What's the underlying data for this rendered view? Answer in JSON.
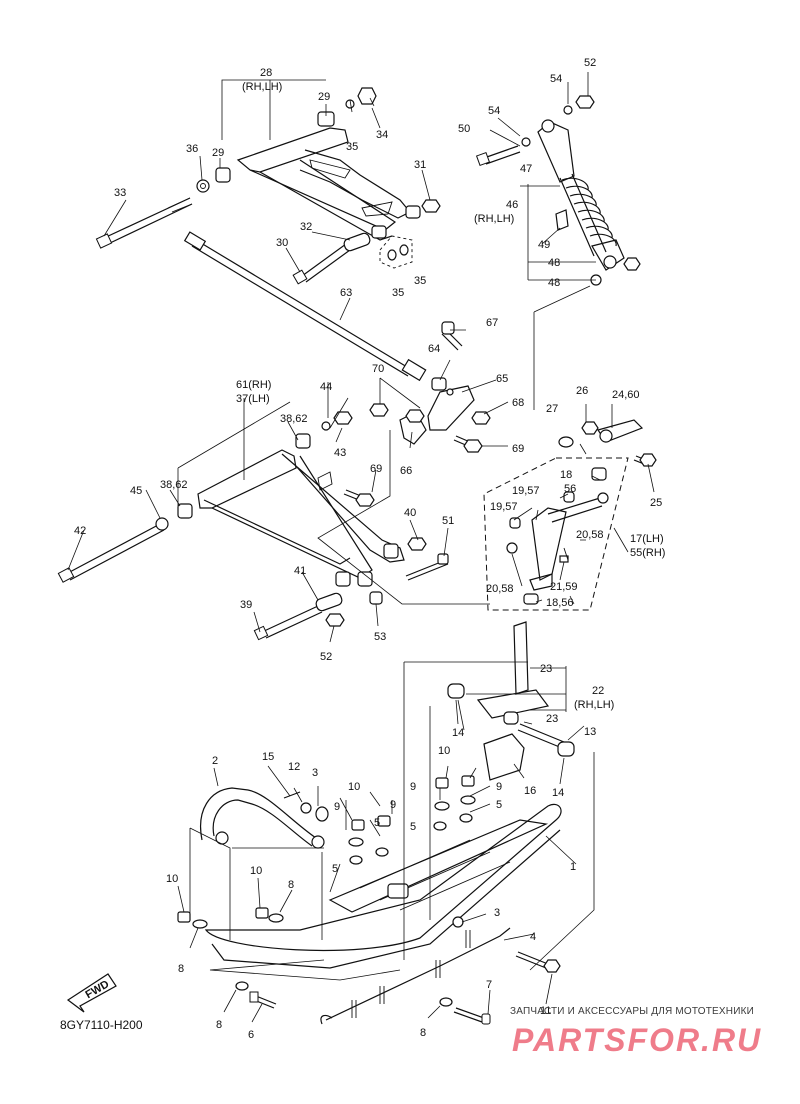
{
  "diagram_code": "8GY7110-H200",
  "watermark": {
    "tagline": "ЗАПЧАСТИ И АКСЕССУАРЫ ДЛЯ МОТОТЕХНИКИ",
    "logo_text": "PARTSFOR.RU"
  },
  "fwd_label": "FWD",
  "callouts": [
    {
      "id": "c1",
      "text": "1"
    },
    {
      "id": "c2",
      "text": "2"
    },
    {
      "id": "c3a",
      "text": "3"
    },
    {
      "id": "c3b",
      "text": "3"
    },
    {
      "id": "c4",
      "text": "4"
    },
    {
      "id": "c5a",
      "text": "5"
    },
    {
      "id": "c5b",
      "text": "5"
    },
    {
      "id": "c5c",
      "text": "5"
    },
    {
      "id": "c5d",
      "text": "5"
    },
    {
      "id": "c6",
      "text": "6"
    },
    {
      "id": "c7",
      "text": "7"
    },
    {
      "id": "c8a",
      "text": "8"
    },
    {
      "id": "c8b",
      "text": "8"
    },
    {
      "id": "c8c",
      "text": "8"
    },
    {
      "id": "c8d",
      "text": "8"
    },
    {
      "id": "c9a",
      "text": "9"
    },
    {
      "id": "c9b",
      "text": "9"
    },
    {
      "id": "c9c",
      "text": "9"
    },
    {
      "id": "c9d",
      "text": "9"
    },
    {
      "id": "c10a",
      "text": "10"
    },
    {
      "id": "c10b",
      "text": "10"
    },
    {
      "id": "c10c",
      "text": "10"
    },
    {
      "id": "c10d",
      "text": "10"
    },
    {
      "id": "c11",
      "text": "11"
    },
    {
      "id": "c12",
      "text": "12"
    },
    {
      "id": "c13",
      "text": "13"
    },
    {
      "id": "c14a",
      "text": "14"
    },
    {
      "id": "c14b",
      "text": "14"
    },
    {
      "id": "c15",
      "text": "15"
    },
    {
      "id": "c16",
      "text": "16"
    },
    {
      "id": "c17",
      "text": "17(LH)"
    },
    {
      "id": "c55",
      "text": "55(RH)"
    },
    {
      "id": "c1856a",
      "text": "18,56"
    },
    {
      "id": "c18",
      "text": "18"
    },
    {
      "id": "c1957a",
      "text": "19,57"
    },
    {
      "id": "c1957b",
      "text": "19,57"
    },
    {
      "id": "c2058a",
      "text": "20,58"
    },
    {
      "id": "c2058b",
      "text": "20,58"
    },
    {
      "id": "c2159",
      "text": "21,59"
    },
    {
      "id": "c22",
      "text": "22"
    },
    {
      "id": "c22b",
      "text": "(RH,LH)"
    },
    {
      "id": "c23a",
      "text": "23"
    },
    {
      "id": "c23b",
      "text": "23"
    },
    {
      "id": "c2460",
      "text": "24,60"
    },
    {
      "id": "c25",
      "text": "25"
    },
    {
      "id": "c26",
      "text": "26"
    },
    {
      "id": "c27",
      "text": "27"
    },
    {
      "id": "c28",
      "text": "28"
    },
    {
      "id": "c28b",
      "text": "(RH,LH)"
    },
    {
      "id": "c29a",
      "text": "29"
    },
    {
      "id": "c29b",
      "text": "29"
    },
    {
      "id": "c30",
      "text": "30"
    },
    {
      "id": "c31",
      "text": "31"
    },
    {
      "id": "c32",
      "text": "32"
    },
    {
      "id": "c33",
      "text": "33"
    },
    {
      "id": "c34",
      "text": "34"
    },
    {
      "id": "c35a",
      "text": "35"
    },
    {
      "id": "c35b",
      "text": "35"
    },
    {
      "id": "c35c",
      "text": "35"
    },
    {
      "id": "c36",
      "text": "36"
    },
    {
      "id": "c3862a",
      "text": "38,62"
    },
    {
      "id": "c3862b",
      "text": "38,62"
    },
    {
      "id": "c39",
      "text": "39"
    },
    {
      "id": "c40",
      "text": "40"
    },
    {
      "id": "c41",
      "text": "41"
    },
    {
      "id": "c42",
      "text": "42"
    },
    {
      "id": "c43",
      "text": "43"
    },
    {
      "id": "c44",
      "text": "44"
    },
    {
      "id": "c45",
      "text": "45"
    },
    {
      "id": "c46",
      "text": "46"
    },
    {
      "id": "c46b",
      "text": "(RH,LH)"
    },
    {
      "id": "c47",
      "text": "47"
    },
    {
      "id": "c48a",
      "text": "48"
    },
    {
      "id": "c48b",
      "text": "48"
    },
    {
      "id": "c49",
      "text": "49"
    },
    {
      "id": "c50",
      "text": "50"
    },
    {
      "id": "c51",
      "text": "51"
    },
    {
      "id": "c52a",
      "text": "52"
    },
    {
      "id": "c52b",
      "text": "52"
    },
    {
      "id": "c53",
      "text": "53"
    },
    {
      "id": "c54a",
      "text": "54"
    },
    {
      "id": "c54b",
      "text": "54"
    },
    {
      "id": "c56",
      "text": "56"
    },
    {
      "id": "c61",
      "text": "61(RH)"
    },
    {
      "id": "c37",
      "text": "37(LH)"
    },
    {
      "id": "c63",
      "text": "63"
    },
    {
      "id": "c64",
      "text": "64"
    },
    {
      "id": "c65",
      "text": "65"
    },
    {
      "id": "c66",
      "text": "66"
    },
    {
      "id": "c67",
      "text": "67"
    },
    {
      "id": "c68",
      "text": "68"
    },
    {
      "id": "c69a",
      "text": "69"
    },
    {
      "id": "c69b",
      "text": "69"
    },
    {
      "id": "c70",
      "text": "70"
    }
  ]
}
